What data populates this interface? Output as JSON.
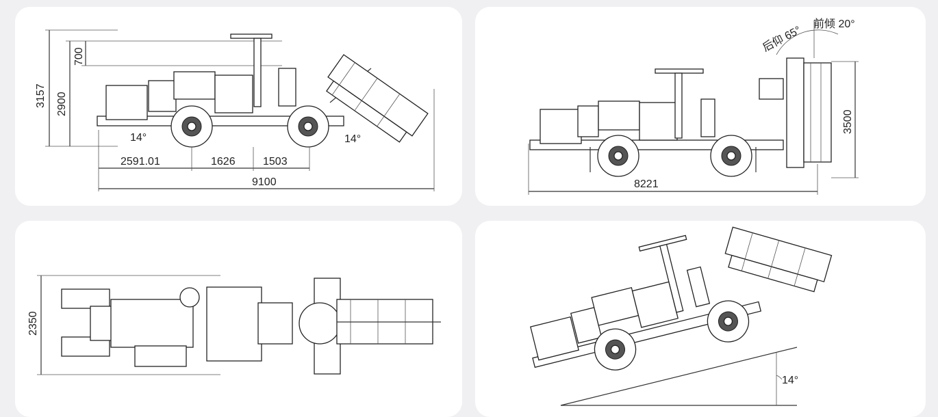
{
  "panels": {
    "side_view": {
      "dim_height_total": "3157",
      "dim_height_base": "2900",
      "dim_height_upper": "700",
      "angle_rear": "14°",
      "angle_front": "14°",
      "dim_rear_overhang": "2591.01",
      "dim_wheelbase_a": "1626",
      "dim_wheelbase_b": "1503",
      "dim_length_total": "9100"
    },
    "side_view_upright": {
      "angle_back": "后仰 65°",
      "angle_forward": "前倾 20°",
      "dim_height": "3500",
      "dim_length": "8221"
    },
    "top_view": {
      "dim_width": "2350"
    },
    "slope_view": {
      "slope_angle": "14°"
    }
  },
  "colors": {
    "background": "#f0f0f2",
    "panel": "#ffffff",
    "line": "#222222"
  }
}
